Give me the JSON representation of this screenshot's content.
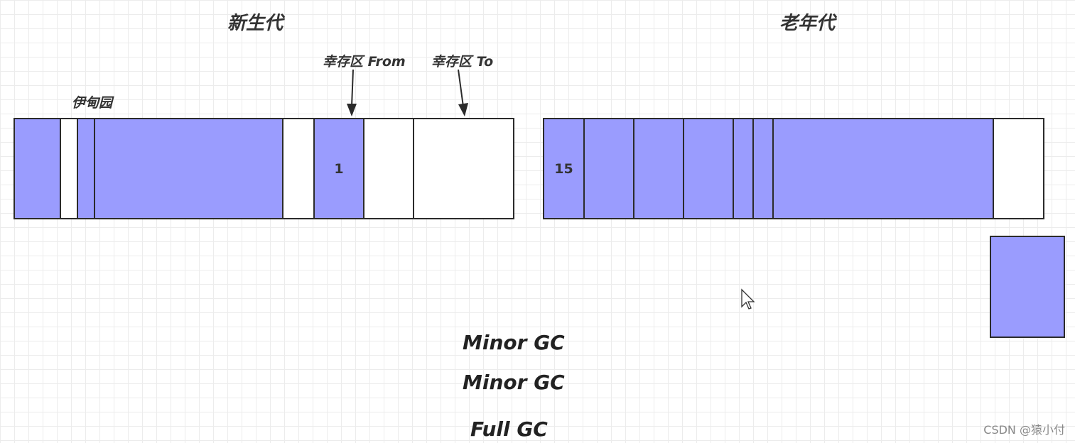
{
  "labels": {
    "young_generation": "新生代",
    "old_generation": "老年代",
    "eden": "伊甸园",
    "survivor_from": "幸存区 From",
    "survivor_to": "幸存区 To"
  },
  "young_cells": [
    {
      "filled": true,
      "text": ""
    },
    {
      "filled": false,
      "text": ""
    },
    {
      "filled": true,
      "text": ""
    },
    {
      "filled": true,
      "text": ""
    },
    {
      "filled": false,
      "text": ""
    },
    {
      "filled": true,
      "text": "1"
    },
    {
      "filled": false,
      "text": ""
    },
    {
      "filled": false,
      "text": ""
    }
  ],
  "old_cells": [
    {
      "filled": true,
      "text": "15"
    },
    {
      "filled": true,
      "text": ""
    },
    {
      "filled": true,
      "text": ""
    },
    {
      "filled": true,
      "text": ""
    },
    {
      "filled": true,
      "text": ""
    },
    {
      "filled": true,
      "text": ""
    },
    {
      "filled": true,
      "text": ""
    },
    {
      "filled": false,
      "text": ""
    }
  ],
  "gc_events": [
    "Minor GC",
    "Minor GC",
    "Full GC"
  ],
  "watermark": "CSDN @猿小付",
  "colors": {
    "fill": "#9a9cfe",
    "stroke": "#2b2b2b",
    "text": "#333333"
  }
}
